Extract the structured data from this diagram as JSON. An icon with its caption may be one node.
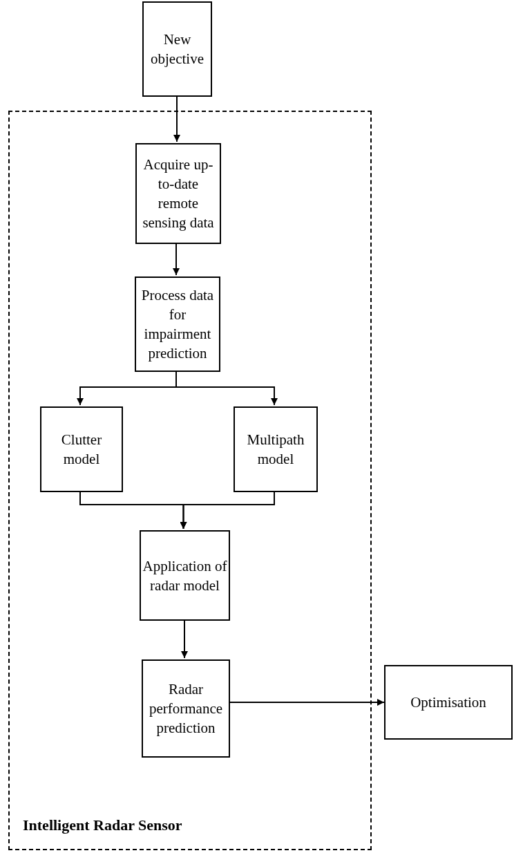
{
  "diagram": {
    "nodes": [
      {
        "text": [
          "New objective"
        ]
      },
      {
        "text": [
          "Intelligent Radar Sensor"
        ]
      },
      {
        "text": [
          "Acquire up-to-date remote sensing data"
        ],
        "in": 1
      },
      {
        "text": [
          "Process data for impairment prediction"
        ],
        "in": 1
      },
      {
        "text": [
          "Clutter model"
        ],
        "in": 1
      },
      {
        "text": [
          "Multipath model"
        ],
        "in": 1
      },
      {
        "text": [
          "Application of radar model"
        ],
        "in": 1
      },
      {
        "text": [
          "Radar performance prediction"
        ],
        "in": 1
      },
      {
        "text": [
          "Optimisation"
        ]
      }
    ],
    "edges": [
      {
        "from": 0,
        "to": 2,
        "arrow": "to"
      },
      {
        "from": 2,
        "to": 3,
        "arrow": "to"
      },
      {
        "from": 3,
        "to": 4,
        "arrow": "to"
      },
      {
        "from": 3,
        "to": 5,
        "arrow": "to"
      },
      {
        "from": 4,
        "to": 6,
        "arrow": "to"
      },
      {
        "from": 5,
        "to": 6,
        "arrow": "to"
      },
      {
        "from": 6,
        "to": 7,
        "arrow": "to"
      },
      {
        "from": 7,
        "to": 8,
        "arrow": "to"
      }
    ]
  }
}
